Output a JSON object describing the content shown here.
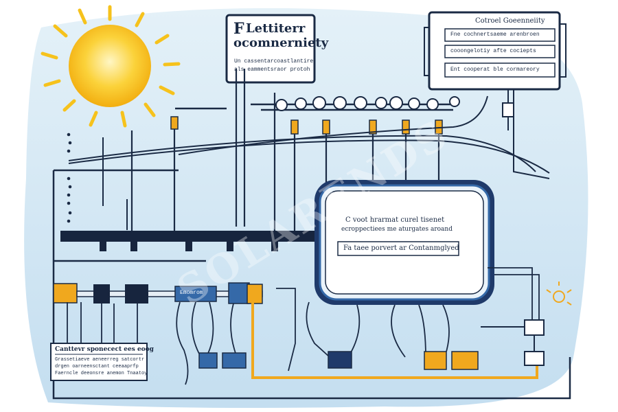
{
  "title_box": {
    "icon_glyph": "F",
    "title_line1": "Lettiterr",
    "title_line2": "ocomnerniety",
    "sub_line1": "Un cassentarcoastlantire",
    "sub_line2": "als eammentsraor protoh"
  },
  "legend_box": {
    "title": "Cotroel Goeenneiity",
    "field1": "Fne cochnertsaeme arenbroen",
    "field2": "cooongelotiy afte cociepts",
    "field3": "Ent cooperat ble cormareory"
  },
  "controller": {
    "line1": "C voot hrarmat curel tisenet",
    "line2": "ecroppectiees me aturgates aroand",
    "label": "Fa taee porvert ar Contanmglyed"
  },
  "shaft_label": "Emomrom",
  "info_box": {
    "title": "Canttevr sponecect ees eoog",
    "line1": "Grassetiaeve aeneerreg satcortr",
    "line2": "drgen oarneensctant ceeaaprfp",
    "line3": "Faerncle deeonsre anemon Tnaatoy"
  },
  "watermark": "SOLARENDS",
  "colors": {
    "ink": "#1a2a44",
    "sky": "#cfe5f1",
    "sun": "#f6c21c",
    "amber": "#f0a81e",
    "navy": "#1f3a6a",
    "blue": "#3569a8"
  }
}
